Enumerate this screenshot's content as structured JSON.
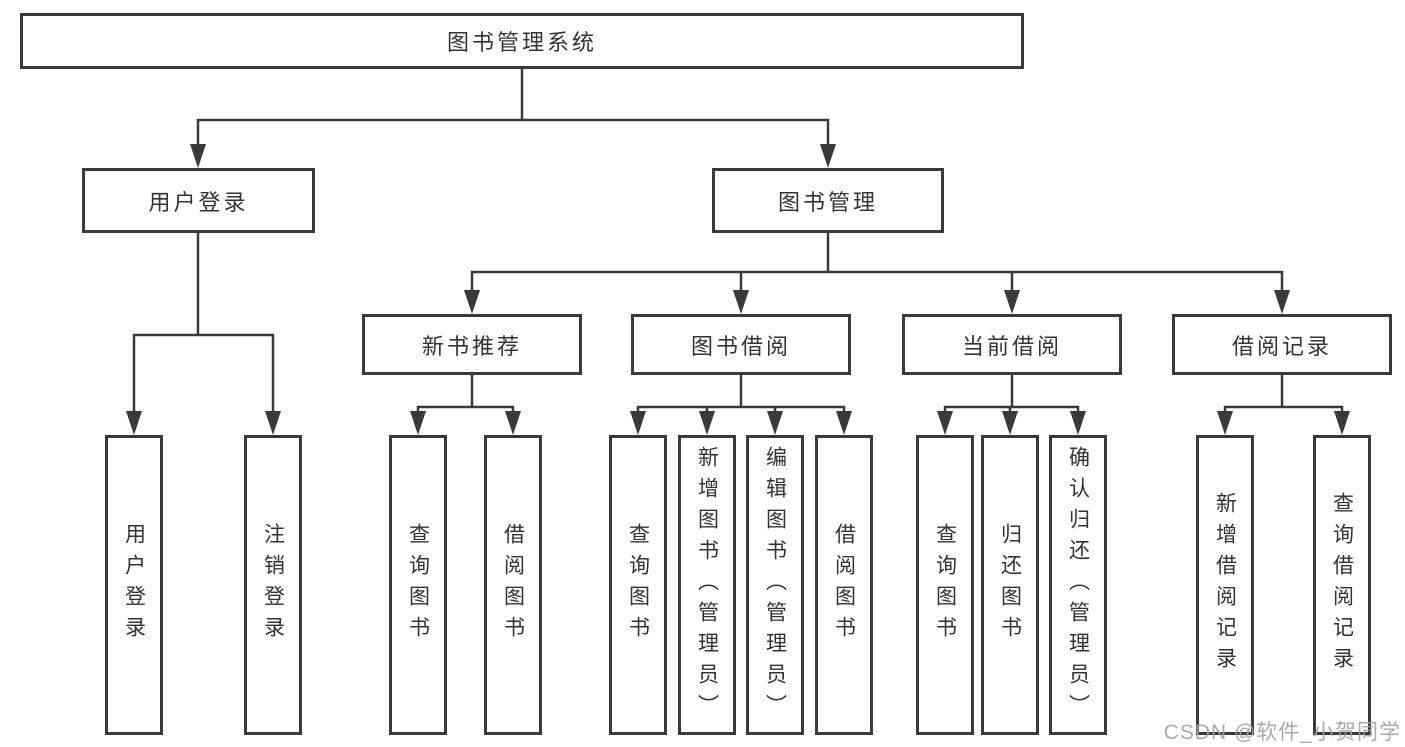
{
  "tree": {
    "label": "图书管理系统",
    "children": [
      {
        "label": "用户登录",
        "children": [
          {
            "label": "用户登录"
          },
          {
            "label": "注销登录"
          }
        ]
      },
      {
        "label": "图书管理",
        "children": [
          {
            "label": "新书推荐",
            "children": [
              {
                "label": "查询图书"
              },
              {
                "label": "借阅图书"
              }
            ]
          },
          {
            "label": "图书借阅",
            "children": [
              {
                "label": "查询图书"
              },
              {
                "label": "新增图书（管理员）"
              },
              {
                "label": "编辑图书（管理员）"
              },
              {
                "label": "借阅图书"
              }
            ]
          },
          {
            "label": "当前借阅",
            "children": [
              {
                "label": "查询图书"
              },
              {
                "label": "归还图书"
              },
              {
                "label": "确认归还（管理员）"
              }
            ]
          },
          {
            "label": "借阅记录",
            "children": [
              {
                "label": "新增借阅记录"
              },
              {
                "label": "查询借阅记录"
              }
            ]
          }
        ]
      }
    ]
  },
  "watermark": {
    "text": "CSDN @软件_小贺同学"
  },
  "colors": {
    "line": "#3a3a3a",
    "box_border": "#3a3a3a",
    "box_fill": "#ffffff",
    "text": "#333333",
    "watermark": "#a3a3a3",
    "background": "#ffffff"
  }
}
